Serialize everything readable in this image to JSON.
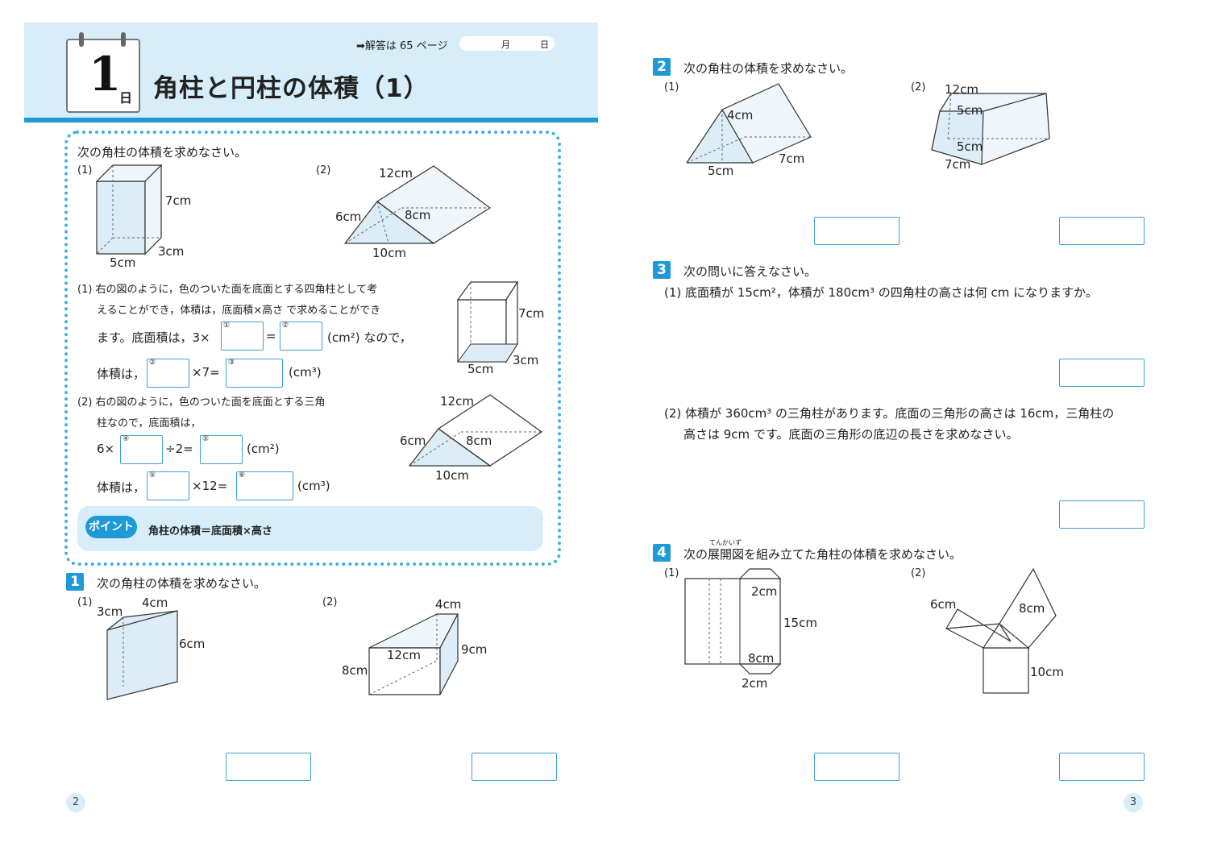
{
  "header": {
    "day_number": "1",
    "day_char": "日",
    "title": "角柱と円柱の体積（1）",
    "answer_ref": "➡解答は 65 ページ",
    "month_label": "月",
    "date_label": "日"
  },
  "example": {
    "instruction": "次の角柱の体積を求めなさい。",
    "fig1": {
      "num": "(1)",
      "height": "7cm",
      "depth": "3cm",
      "width": "5cm"
    },
    "fig2": {
      "num": "(2)",
      "length": "12cm",
      "side": "6cm",
      "height": "8cm",
      "base": "10cm"
    },
    "exp1": {
      "line1": "(1) 右の図のように，色のついた面を底面とする四角柱として考",
      "line2": "えることができ，体積は，底面積×高さ で求めることができ",
      "line3a": "ます。底面積は，3×",
      "eq": "=",
      "unit_area": "(cm²) なので，",
      "line4a": "体積は，",
      "times7": "×7=",
      "unit_vol": "(cm³)",
      "b1": "①",
      "b2": "②",
      "b3": "②",
      "b4": "③"
    },
    "exp2": {
      "line1": "(2) 右の図のように，色のついた面を底面とする三角",
      "line2": "柱なので，底面積は，",
      "line3a": "6×",
      "div2": "÷2=",
      "unit_area": "(cm²)",
      "line4a": "体積は，",
      "times12": "×12=",
      "unit_vol": "(cm³)",
      "b1": "④",
      "b2": "⑤",
      "b3": "⑤",
      "b4": "⑥"
    },
    "point_badge": "ポイント",
    "point_text": "角柱の体積＝底面積×高さ"
  },
  "q1": {
    "num": "1",
    "instruction": "次の角柱の体積を求めなさい。",
    "p1": {
      "num": "(1)",
      "a": "3cm",
      "b": "4cm",
      "h": "6cm"
    },
    "p2": {
      "num": "(2)",
      "top": "4cm",
      "length": "12cm",
      "side": "9cm",
      "height": "8cm"
    }
  },
  "q2": {
    "num": "2",
    "instruction": "次の角柱の体積を求めなさい。",
    "p1": {
      "num": "(1)",
      "h": "4cm",
      "base": "5cm",
      "length": "7cm"
    },
    "p2": {
      "num": "(2)",
      "top": "12cm",
      "h": "5cm",
      "mid": "5cm",
      "bottom": "7cm"
    }
  },
  "q3": {
    "num": "3",
    "instruction": "次の問いに答えなさい。",
    "p1": "(1) 底面積が 15cm²，体積が 180cm³ の四角柱の高さは何 cm になりますか。",
    "p2_line1": "(2) 体積が 360cm³ の三角柱があります。底面の三角形の高さは 16cm，三角柱の",
    "p2_line2": "高さは 9cm です。底面の三角形の底辺の長さを求めなさい。"
  },
  "q4": {
    "num": "4",
    "instruction": "次の展開図を組み立てた角柱の体積を求めなさい。",
    "ruby": "てんかいず",
    "p1": {
      "num": "(1)",
      "top": "2cm",
      "side": "15cm",
      "mid": "8cm",
      "bottom": "2cm"
    },
    "p2": {
      "num": "(2)",
      "a": "6cm",
      "b": "8cm",
      "c": "10cm"
    }
  },
  "pages": {
    "left": "2",
    "right": "3"
  }
}
